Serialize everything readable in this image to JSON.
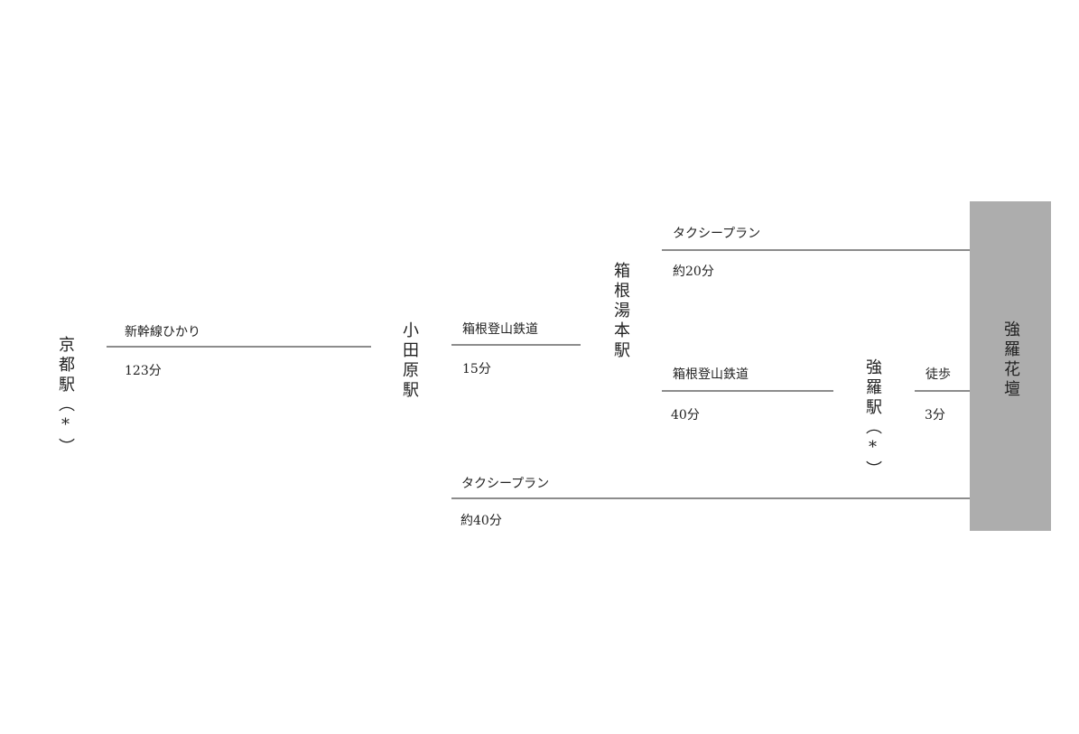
{
  "stations": {
    "kyoto": "京都駅（*）",
    "odawara": "小田原駅",
    "hakone_yumoto": "箱根湯本駅",
    "gora": "強羅駅（*）",
    "destination": "強羅花壇"
  },
  "routes": {
    "shinkansen": {
      "name": "新幹線ひかり",
      "time": "123分"
    },
    "hakone_tozan_1": {
      "name": "箱根登山鉄道",
      "time": "15分"
    },
    "taxi_yumoto": {
      "name": "タクシープラン",
      "time": "約20分"
    },
    "hakone_tozan_2": {
      "name": "箱根登山鉄道",
      "time": "40分"
    },
    "walk": {
      "name": "徒歩",
      "time": "3分"
    },
    "taxi_odawara": {
      "name": "タクシープラン",
      "time": "約40分"
    }
  },
  "colors": {
    "line": "#8c8c8c",
    "destination_bg": "#adadad"
  }
}
